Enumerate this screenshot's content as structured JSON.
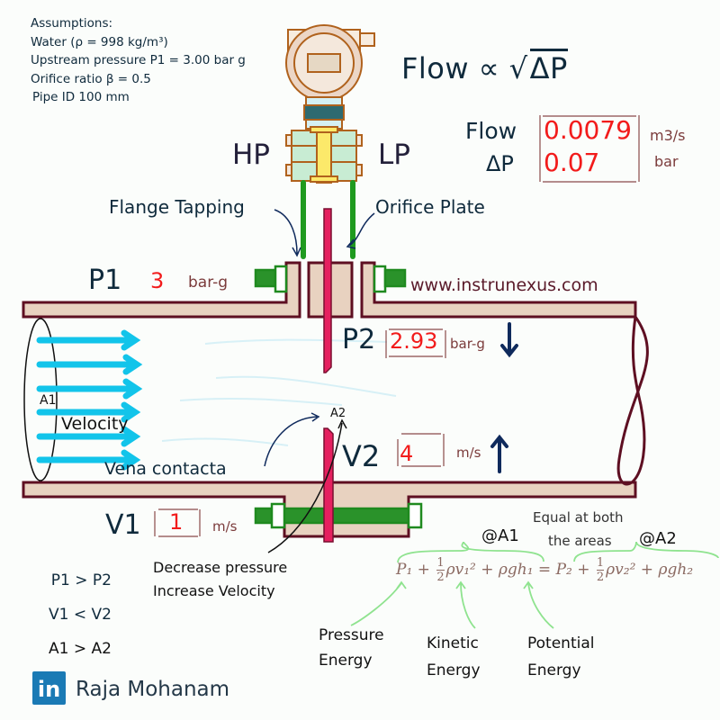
{
  "assumptions": {
    "lines": [
      "Assumptions:",
      "Water (ρ = 998 kg/m³)",
      "Upstream pressure P1 = 3.00 bar g",
      "Orifice ratio β = 0.5",
      "Pipe ID 100 mm"
    ]
  },
  "formula": {
    "prefix": "Flow ∝ ",
    "radical": "√",
    "radicand": "ΔP"
  },
  "transmitter": {
    "hp_label": "HP",
    "lp_label": "LP"
  },
  "readout": {
    "flow_label": "Flow",
    "flow_value": "0.0079",
    "flow_unit": "m3/s",
    "dp_label": "ΔP",
    "dp_value": "0.07",
    "dp_unit": "bar"
  },
  "callouts": {
    "flange_tapping": "Flange Tapping",
    "orifice_plate": "Orifice Plate",
    "website": "www.instrunexus.com",
    "vena_contracta": "Vena contacta",
    "decrease_pressure": "Decrease pressure",
    "increase_velocity": "Increase Velocity",
    "a1": "A1",
    "a2": "A2",
    "velocity": "Velocity"
  },
  "measurements": {
    "p1": {
      "label": "P1",
      "value": "3",
      "unit": "bar-g"
    },
    "p2": {
      "label": "P2",
      "value": "2.93",
      "unit": "bar-g",
      "trend": "down"
    },
    "v1": {
      "label": "V1",
      "value": "1",
      "unit": "m/s"
    },
    "v2": {
      "label": "V2",
      "value": "4",
      "unit": "m/s",
      "trend": "up"
    }
  },
  "relations": [
    "P1 > P2",
    "V1 < V2",
    "A1 > A2"
  ],
  "bernoulli": {
    "note_line1": "Equal at both",
    "note_line2": "the areas",
    "at_a1": "@A1",
    "at_a2": "@A2",
    "lhs_p": "P₁ + ",
    "lhs_v": "ρv₁² + ρgh₁",
    "equals": " = ",
    "rhs_p": "P₂ + ",
    "rhs_v": "ρv₂² + ρgh₂",
    "frac_num": "1",
    "frac_den": "2",
    "terms": [
      {
        "line1": "Pressure",
        "line2": "Energy"
      },
      {
        "line1": "Kinetic",
        "line2": "Energy"
      },
      {
        "line1": "Potential",
        "line2": "Energy"
      }
    ]
  },
  "footer": {
    "linkedin_glyph": "in",
    "author": "Raja Mohanam"
  },
  "colors": {
    "pipe_fill": "#e8d2c0",
    "pipe_stroke": "#5e0f22",
    "orifice": "#e5205f",
    "bolt": "#1f8a1f",
    "flow_arrow": "#12c4ea",
    "value_red": "#f21b1b",
    "transmitter_outline": "#b0621d"
  }
}
